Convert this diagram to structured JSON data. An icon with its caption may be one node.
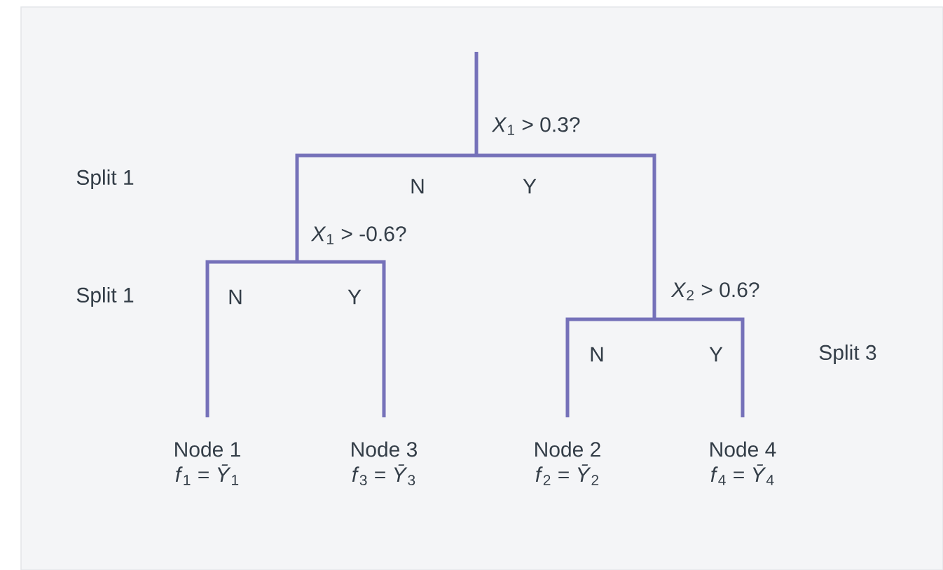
{
  "diagram": {
    "nodes": [
      {
        "text": [
          "*X*$_{1}$ > 0.3?"
        ]
      },
      {
        "text": [
          "*X*$_{1}$ > -0.6?"
        ]
      },
      {
        "text": [
          "*X*$_{2}$ > 0.6?"
        ]
      },
      {
        "text": [
          "Node 1",
          "*f*$_{1}$ = *Ȳ*$_{1}$"
        ]
      },
      {
        "text": [
          "Node 3",
          "*f*$_{3}$ = *Ȳ*$_{3}$"
        ]
      },
      {
        "text": [
          "Node 2",
          "*f*$_{2}$ = *Ȳ*$_{2}$"
        ]
      },
      {
        "text": [
          "Node 4",
          "*f*$_{4}$ = *Ȳ*$_{4}$"
        ]
      }
    ],
    "edges": [
      {
        "from": null,
        "to": 0,
        "arrow": "none"
      },
      {
        "from": 0,
        "to": 1,
        "arrow": "none",
        "label": "N"
      },
      {
        "from": 0,
        "to": 2,
        "arrow": "none",
        "label": "Y"
      },
      {
        "from": 1,
        "to": 3,
        "arrow": "none",
        "label": "N"
      },
      {
        "from": 1,
        "to": 4,
        "arrow": "none",
        "label": "Y"
      },
      {
        "from": 2,
        "to": 5,
        "arrow": "none",
        "label": "N"
      },
      {
        "from": 2,
        "to": 6,
        "arrow": "none",
        "label": "Y"
      }
    ],
    "labels": [
      "Split 1",
      "Split 1",
      "Split 3"
    ]
  }
}
